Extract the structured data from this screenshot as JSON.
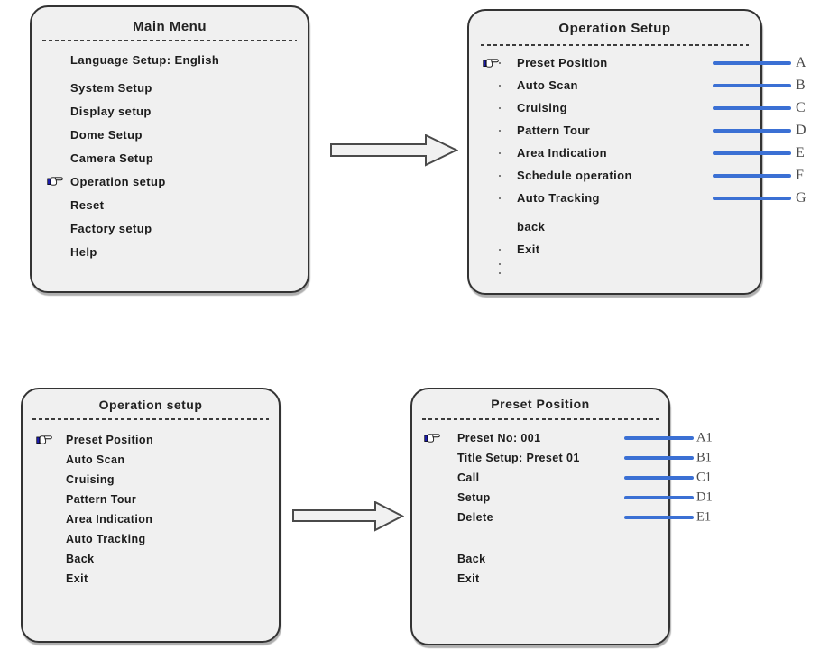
{
  "figure": {
    "colors": {
      "callout_line": "#3b70d4",
      "panel_bg": "#f0f0f0",
      "panel_border": "#333333",
      "hand_cuff": "#1c1cae"
    },
    "icons": {
      "selected_cursor": "hand-pointer",
      "flow_arrow": "right-block-arrow"
    },
    "panels": {
      "main_menu": {
        "title": "Main Menu",
        "items": [
          {
            "label": "Language Setup: English"
          },
          {
            "label": "System Setup",
            "gap_before": 5
          },
          {
            "label": "Display setup"
          },
          {
            "label": "Dome Setup"
          },
          {
            "label": "Camera Setup"
          },
          {
            "label": "Operation setup",
            "selected": true
          },
          {
            "label": "Reset"
          },
          {
            "label": "Factory setup"
          },
          {
            "label": "Help"
          }
        ]
      },
      "operation_setup_top": {
        "title": "Operation Setup",
        "items": [
          {
            "label": "Preset Position",
            "selected": true,
            "bullet": true,
            "callout": "A"
          },
          {
            "label": "Auto Scan",
            "bullet": true,
            "callout": "B"
          },
          {
            "label": "Cruising",
            "bullet": true,
            "callout": "C"
          },
          {
            "label": "Pattern Tour",
            "bullet": true,
            "callout": "D"
          },
          {
            "label": "Area Indication",
            "bullet": true,
            "callout": "E"
          },
          {
            "label": "Schedule operation",
            "bullet": true,
            "callout": "F"
          },
          {
            "label": "Auto Tracking",
            "bullet": true,
            "callout": "G"
          },
          {
            "label": "back",
            "gap_before": 7
          },
          {
            "label": "Exit",
            "bullet": true
          },
          {
            "label": "",
            "bullet": true
          },
          {
            "label": "",
            "bullet": true
          }
        ]
      },
      "operation_setup_bottom": {
        "title": "Operation setup",
        "items": [
          {
            "label": "Preset Position",
            "selected": true
          },
          {
            "label": "Auto Scan"
          },
          {
            "label": "Cruising"
          },
          {
            "label": "Pattern Tour"
          },
          {
            "label": "Area Indication"
          },
          {
            "label": "Auto Tracking"
          },
          {
            "label": "Back"
          },
          {
            "label": "Exit"
          }
        ]
      },
      "preset_position": {
        "title": "Preset Position",
        "items": [
          {
            "label": "Preset No: 001",
            "selected": true,
            "callout": "A1"
          },
          {
            "label": "Title Setup: Preset 01",
            "callout": "B1"
          },
          {
            "label": "Call",
            "callout": "C1"
          },
          {
            "label": "Setup",
            "callout": "D1"
          },
          {
            "label": "Delete",
            "callout": "E1"
          },
          {
            "label": "Back",
            "gap_before": 24
          },
          {
            "label": "Exit"
          }
        ]
      }
    }
  }
}
